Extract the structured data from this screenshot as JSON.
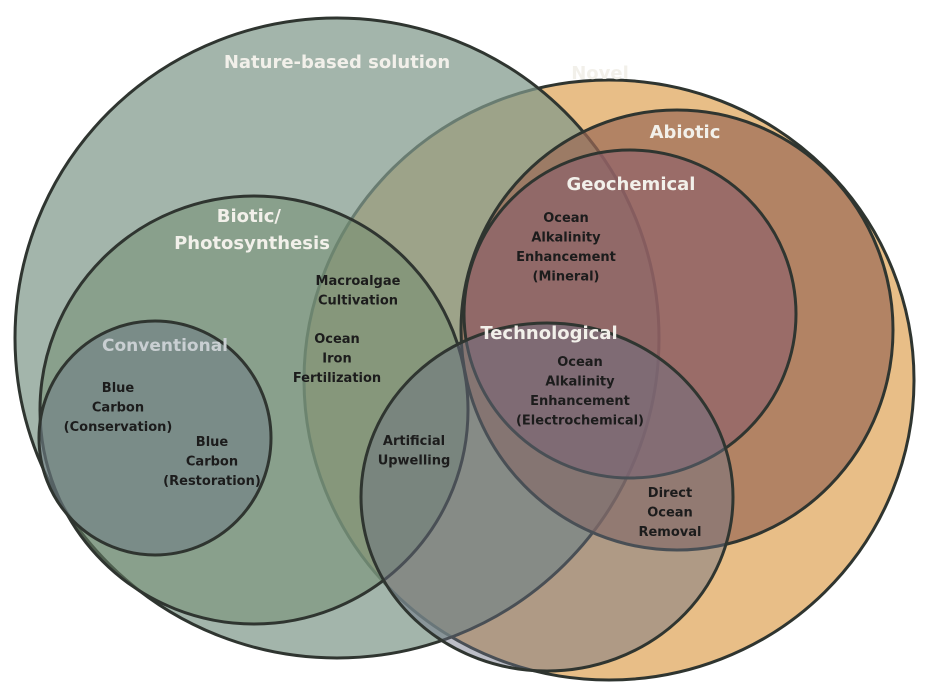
{
  "sets": {
    "nature_based": {
      "label": "Nature-based solution",
      "color": "#7f998a"
    },
    "novel": {
      "label": "Novel",
      "color": "#e0a85f"
    },
    "abiotic": {
      "label": "Abiotic",
      "color": "#9b6a55"
    },
    "geochemical": {
      "label": "Geochemical",
      "color": "#8a5e6b"
    },
    "biotic": {
      "label_line1": "Biotic/",
      "label_line2": "Photosynthesis",
      "color": "#6f8c6e"
    },
    "conventional": {
      "label": "Conventional",
      "color": "#6f7f86"
    },
    "technological": {
      "label": "Technological",
      "color": "#6a6f82"
    }
  },
  "items": {
    "macroalgae": [
      "Macroalgae",
      "Cultivation"
    ],
    "iron_fertilization": [
      "Ocean",
      "Iron",
      "Fertilization"
    ],
    "blue_carbon_conservation": [
      "Blue",
      "Carbon",
      "(Conservation)"
    ],
    "blue_carbon_restoration": [
      "Blue",
      "Carbon",
      "(Restoration)"
    ],
    "artificial_upwelling": [
      "Artificial",
      "Upwelling"
    ],
    "oae_mineral": [
      "Ocean",
      "Alkalinity",
      "Enhancement",
      "(Mineral)"
    ],
    "oae_electrochemical": [
      "Ocean",
      "Alkalinity",
      "Enhancement",
      "(Electrochemical)"
    ],
    "direct_ocean_removal": [
      "Direct",
      "Ocean",
      "Removal"
    ]
  },
  "colors": {
    "outline": "#2f3530",
    "set_label_light": "#f2f0ea",
    "set_label_conventional": "#c9cfd2",
    "item_text": "#1c1c1c"
  }
}
